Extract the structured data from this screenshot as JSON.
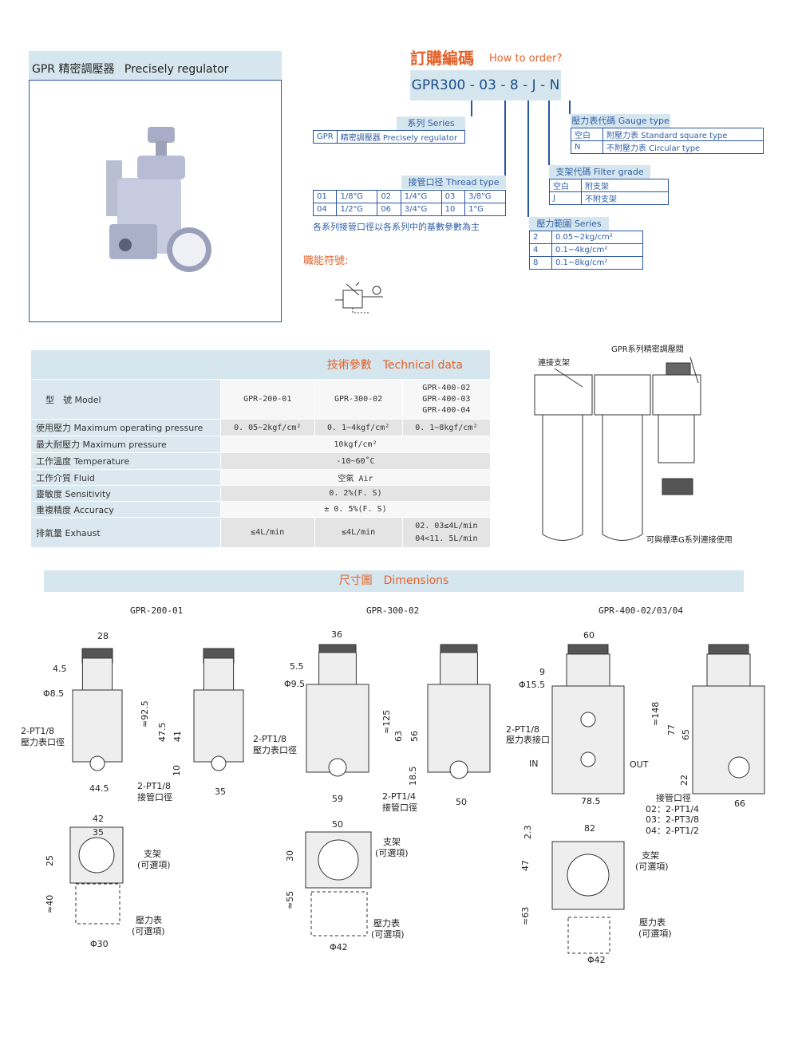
{
  "product": {
    "title_cn": "GPR 精密調壓器",
    "title_en": "Precisely regulator"
  },
  "order": {
    "title_cn": "訂購編碼",
    "title_en": "How to order?",
    "code": "GPR300 - 03 - 8 - J - N",
    "series": {
      "header": "系列 Series",
      "rows": [
        [
          "GPR",
          "精密調壓器 Precisely regulator"
        ]
      ]
    },
    "thread": {
      "header": "接管口径 Thread type",
      "rows": [
        [
          "01",
          "1/8\"G",
          "02",
          "1/4\"G",
          "03",
          "3/8\"G"
        ],
        [
          "04",
          "1/2\"G",
          "06",
          "3/4\"G",
          "10",
          "1\"G"
        ]
      ],
      "note": "各系列接管口徑以各系列中的基數參數為主"
    },
    "gauge": {
      "header": "壓力表代碼 Gauge type",
      "rows": [
        [
          "空白",
          "附壓力表  Standard square type"
        ],
        [
          "N",
          "不附壓力表  Circular type"
        ]
      ]
    },
    "filter": {
      "header": "支架代碼 Filter grade",
      "rows": [
        [
          "空白",
          "附支架"
        ],
        [
          "J",
          "不附支架"
        ]
      ]
    },
    "pressure": {
      "header": "壓力範圍 Series",
      "rows": [
        [
          "2",
          "0.05~2kg/cm²"
        ],
        [
          "4",
          "0.1~4kg/cm²"
        ],
        [
          "8",
          "0.1~8kg/cm²"
        ]
      ]
    },
    "symbol_label": "職能符號:"
  },
  "tech": {
    "title_cn": "技術參數",
    "title_en": "Technical data",
    "model_label": "型　號 Model",
    "models": [
      "GPR-200-01",
      "GPR-300-02",
      "GPR-400-02\nGPR-400-03\nGPR-400-04"
    ],
    "rows": [
      {
        "label": "使用壓力 Maximum operating pressure",
        "values": [
          "0. 05~2kgf/cm²",
          "0. 1~4kgf/cm²",
          "0. 1~8kgf/cm²"
        ]
      },
      {
        "label": "最大耐壓力  Maximum pressure",
        "value": "10kgf/cm²"
      },
      {
        "label": "工作溫度  Temperature",
        "value": "-10~60˚C"
      },
      {
        "label": "工作介質  Fluid",
        "value": "空氣 Air"
      },
      {
        "label": "靈敏度  Sensitivity",
        "value": "0. 2%(F. S)"
      },
      {
        "label": "重複精度   Accuracy",
        "value": "± 0. 5%(F. S)"
      },
      {
        "label": "排氣量  Exhaust",
        "values": [
          "≤4L/min",
          "≤4L/min",
          "02. 03≤4L/min\n04<11. 5L/min"
        ]
      }
    ]
  },
  "frl": {
    "top_label": "GPR系列精密調壓閥",
    "bracket_label": "連接支架",
    "note": "可與標準G系列連接使用"
  },
  "dimensions": {
    "title_cn": "尺寸圖",
    "title_en": "Dimensions",
    "drawings": [
      {
        "title": "GPR-200-01",
        "labels": [
          "28",
          "4.5",
          "Φ8.5",
          "2-PT1/8",
          "壓力表口徑",
          "44.5",
          "≈92.5",
          "47.5",
          "41",
          "10",
          "2-PT1/8",
          "接管口徑",
          "35",
          "42",
          "35",
          "25",
          "支架",
          "(可選項)",
          "≈40",
          "壓力表",
          "(可選項)",
          "Φ30"
        ]
      },
      {
        "title": "GPR-300-02",
        "labels": [
          "36",
          "5.5",
          "Φ9.5",
          "2-PT1/8",
          "壓力表口徑",
          "59",
          "≈125",
          "63",
          "56",
          "18.5",
          "2-PT1/4",
          "接管口徑",
          "50",
          "50",
          "30",
          "支架",
          "(可選項)",
          "≈55",
          "壓力表",
          "(可選項)",
          "Φ42"
        ]
      },
      {
        "title": "GPR-400-02/03/04",
        "labels": [
          "60",
          "9",
          "Φ15.5",
          "2-PT1/8",
          "壓力表接口",
          "IN",
          "OUT",
          "78.5",
          "≈148",
          "77",
          "65",
          "22",
          "接管口徑",
          "02：2-PT1/4",
          "03：2-PT3/8",
          "04：2-PT1/2",
          "66",
          "2.3",
          "82",
          "47",
          "支架",
          "(可選項)",
          "≈63",
          "壓力表",
          "(可選項)",
          "Φ42"
        ]
      }
    ]
  },
  "colors": {
    "accent": "#e2622a",
    "blue": "#2f5fa8",
    "header_bg": "#d6e6ee"
  }
}
